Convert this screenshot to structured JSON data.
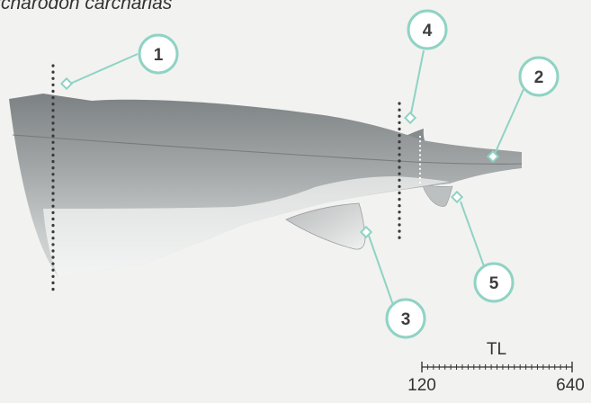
{
  "title": "Carcharodon carcharias",
  "title_visible": "rcharodon carcharias",
  "callouts": [
    {
      "number": "1"
    },
    {
      "number": "2"
    },
    {
      "number": "3"
    },
    {
      "number": "4"
    },
    {
      "number": "5"
    }
  ],
  "scale": {
    "label": "TL",
    "min": "120",
    "max": "640"
  },
  "colors": {
    "accent": "#8fd3c4",
    "badge_fill": "#ffffff",
    "body_dark": "#8e9294",
    "body_light": "#e9eceb",
    "guide_dots": "#3a3a3a",
    "background": "#f2f2f1"
  }
}
